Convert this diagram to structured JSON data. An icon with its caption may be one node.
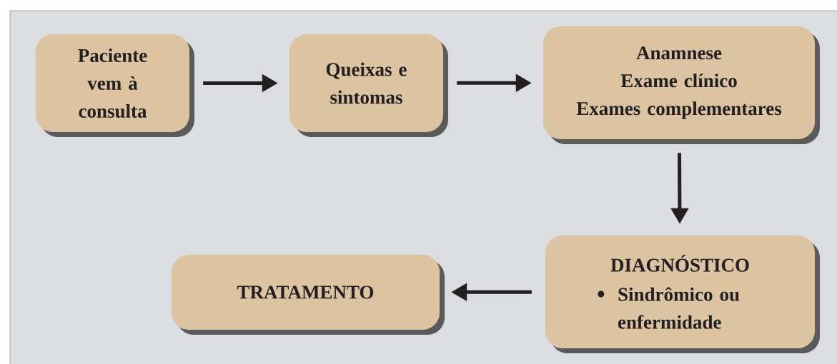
{
  "diagram": {
    "nodes": [
      {
        "text": [
          "Paciente vem à consulta"
        ]
      },
      {
        "text": [
          "Queixas e sintomas"
        ]
      },
      {
        "text": [
          "Anamnese",
          "Exame clínico",
          "Exames complementares"
        ]
      },
      {
        "text": [
          "DIAGNÓSTICO",
          "Sindrômico ou enfermidade"
        ]
      },
      {
        "text": [
          "TRATAMENTO"
        ]
      }
    ],
    "edges": [
      {
        "from": 0,
        "to": 1,
        "arrow": "to"
      },
      {
        "from": 1,
        "to": 2,
        "arrow": "to"
      },
      {
        "from": 2,
        "to": 3,
        "arrow": "to"
      },
      {
        "from": 3,
        "to": 4,
        "arrow": "to"
      }
    ]
  }
}
